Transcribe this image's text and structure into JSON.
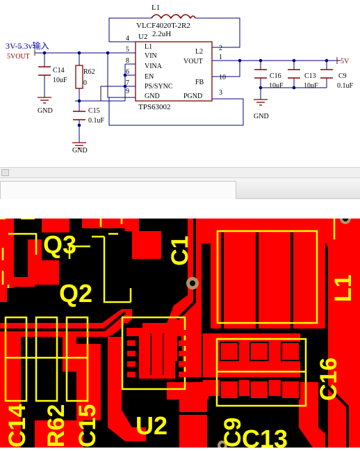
{
  "schematic": {
    "net_input_note": "3V-5.3v输入",
    "net_5vout": "5VOUT",
    "net_5v": "5V",
    "port_marker": "'''",
    "inductor": {
      "ref": "L1",
      "part": "VLCF4020T-2R2",
      "value": "2.2uH"
    },
    "ic": {
      "ref": "U2",
      "part": "TPS63002",
      "left_pins": [
        {
          "num": "4",
          "name": "L1"
        },
        {
          "num": "5",
          "name": "VIN"
        },
        {
          "num": "8",
          "name": "VINA"
        },
        {
          "num": "6",
          "name": "EN"
        },
        {
          "num": "7",
          "name": "PS/SYNC"
        },
        {
          "num": "9",
          "name": "GND"
        }
      ],
      "right_pins": [
        {
          "num": "2",
          "name": "L2"
        },
        {
          "num": "1",
          "name": "VOUT"
        },
        {
          "num": "10",
          "name": "FB"
        },
        {
          "num": "3",
          "name": "PGND"
        }
      ]
    },
    "components": [
      {
        "ref": "C14",
        "value": "10uF"
      },
      {
        "ref": "R62",
        "value": "0"
      },
      {
        "ref": "C15",
        "value": "0.1uF"
      },
      {
        "ref": "C16",
        "value": "10uF"
      },
      {
        "ref": "C13",
        "value": "10uF"
      },
      {
        "ref": "C9",
        "value": "0.1uF"
      }
    ],
    "gnd_label": "GND"
  },
  "pcb": {
    "labels": {
      "q3": "Q3",
      "q2": "Q2",
      "c1": "C1",
      "u2": "U2",
      "c16": "C16",
      "c14": "C14",
      "r62": "R62",
      "c15": "C15",
      "c9": "C9",
      "c13": "C13",
      "l1": "L1"
    },
    "colors": {
      "board": "#000000",
      "copper": "#ff0000",
      "silk": "#ffff00",
      "via": "#b49264"
    }
  },
  "colors": {
    "wire": "#000080",
    "part": "#800000",
    "pin_text": "#000000",
    "net_label": "#800000",
    "input_note": "#0000c0"
  }
}
